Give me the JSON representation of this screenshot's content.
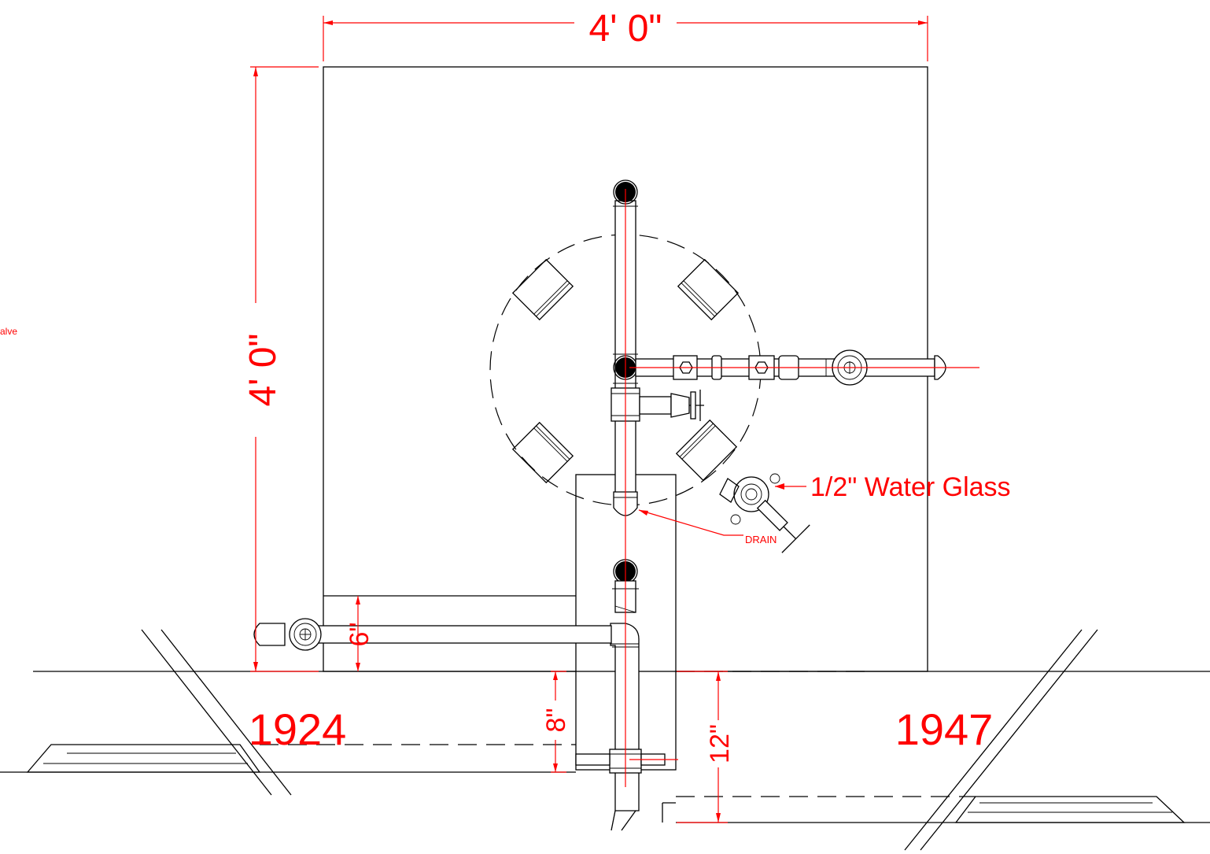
{
  "dimensions": {
    "width": "4' 0\"",
    "height": "4' 0\"",
    "six": "6\"",
    "eight": "8\"",
    "twelve": "12\""
  },
  "callouts": {
    "water_glass": "1/2\" Water Glass",
    "drain": "DRAIN",
    "valve_partial": "alve"
  },
  "years": {
    "left": "1924",
    "right": "1947"
  },
  "colors": {
    "annotation": "#ff0000",
    "linework": "#000000"
  }
}
